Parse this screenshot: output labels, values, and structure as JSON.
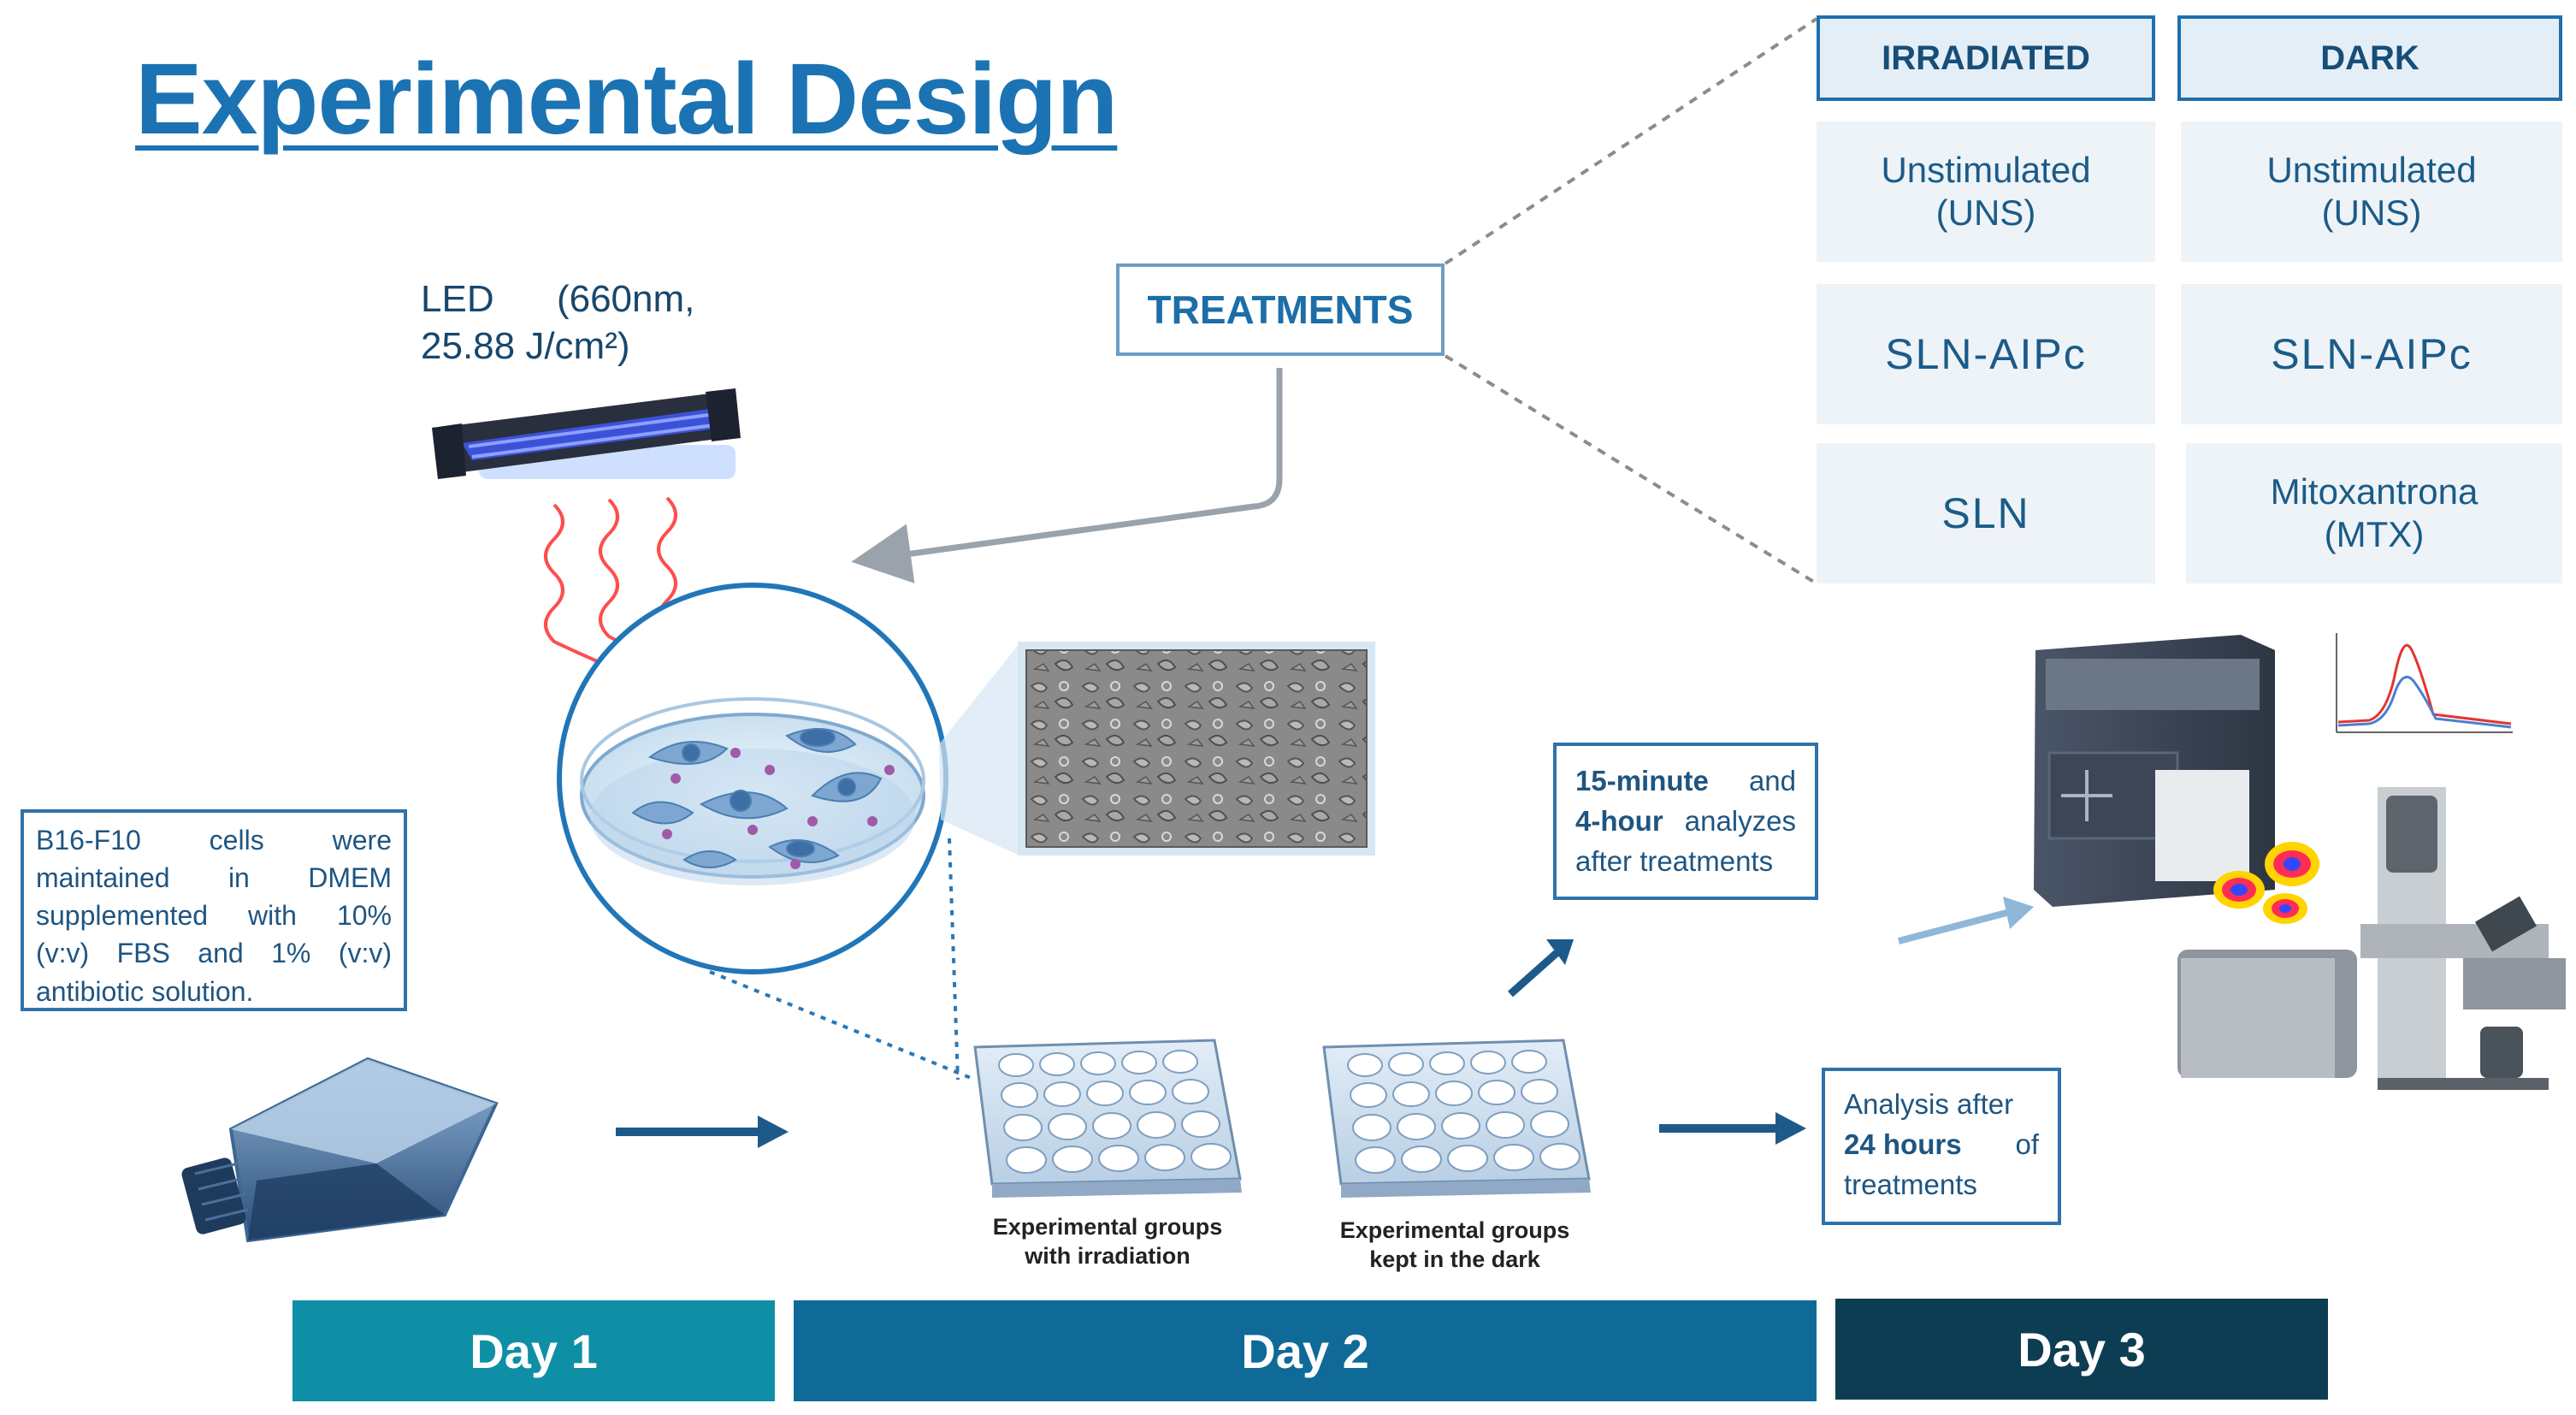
{
  "title": "Experimental Design",
  "led_label": "LED      (660nm,\n25.88 J/cm²)",
  "treatments_label": "TREATMENTS",
  "table": {
    "columns": [
      "IRRADIATED",
      "DARK"
    ],
    "irradiated": [
      "Unstimulated\n(UNS)",
      "SLN-AIPc",
      "SLN"
    ],
    "dark": [
      "Unstimulated\n(UNS)",
      "SLN-AIPc",
      "Mitoxantrona\n(MTX)"
    ]
  },
  "cells_box": {
    "lines": [
      "B16-F10 cells were",
      "maintained in DMEM",
      "supplemented with 10%",
      "(v:v) FBS and 1% (v:v)",
      "antibiotic solution."
    ]
  },
  "early_analysis": {
    "line1_bold": "15-minute",
    "line1_rest": "and",
    "line2_bold": "4-hour",
    "line2_rest": "analyzes",
    "line3": "after treatments"
  },
  "late_analysis": {
    "line1": "Analysis after",
    "line2_bold": "24 hours",
    "line2_rest": "of",
    "line3": "treatments"
  },
  "captions": {
    "irradiated_plate": "Experimental groups\nwith irradiation",
    "dark_plate": "Experimental groups\nkept in the dark"
  },
  "days": [
    "Day 1",
    "Day 2",
    "Day 3"
  ],
  "colors": {
    "day1": "#0f8fa6",
    "day2": "#0f6a97",
    "day3": "#0d3d52",
    "accent": "#1b73b3"
  },
  "icons": [
    "led-lamp-icon",
    "petri-dish-icon",
    "micrograph-image",
    "culture-flask-icon",
    "well-plate-icon",
    "flow-cytometer-icon",
    "microscope-icon",
    "spectrum-chart-icon"
  ]
}
